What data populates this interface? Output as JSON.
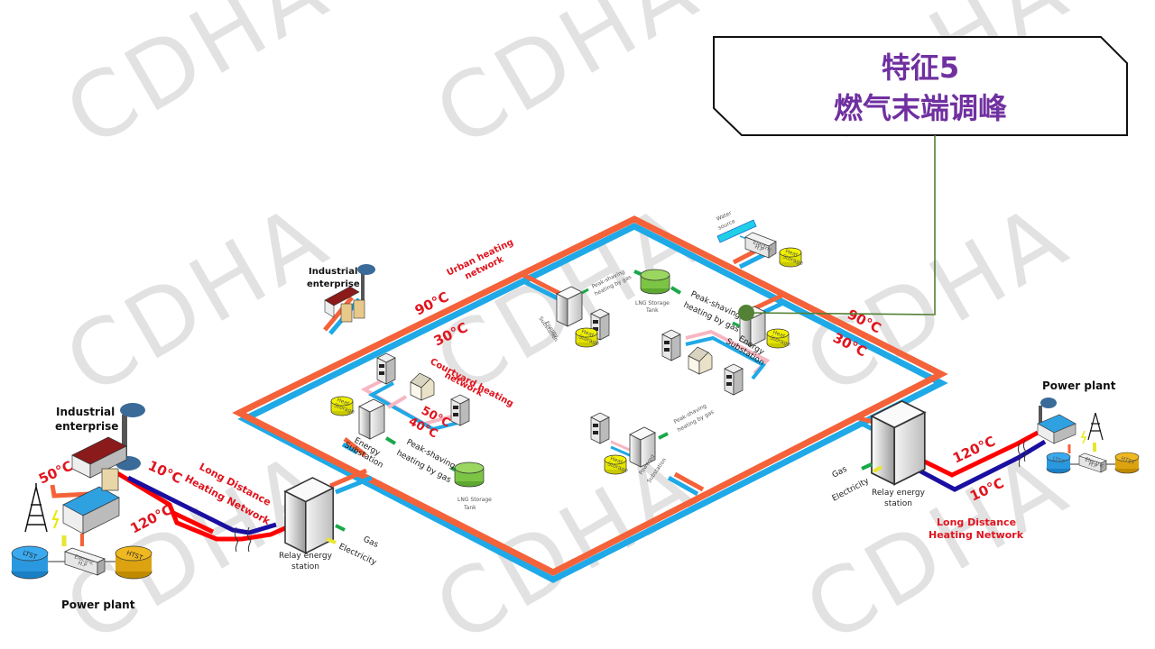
{
  "callout": {
    "title_line1": "特征5",
    "title_line2": "燃气末端调峰",
    "text_color": "#7030a0",
    "connector_color": "#538135"
  },
  "watermark": {
    "text": "CDHA"
  },
  "colors": {
    "supply_pipe": "#f4623a",
    "return_pipe": "#1fa9e6",
    "long_supply": "#ff0000",
    "long_return": "#1a0fa0",
    "courtyard_supply": "#f7b6c2",
    "gas_line": "#1aa84a",
    "electric_line": "#e6e632",
    "label_red": "#e0141e"
  },
  "left_plant": {
    "enterprise_label_1": "Industrial",
    "enterprise_label_2": "enterprise",
    "plant_label": "Power plant",
    "ltst": "LTST",
    "htst": "HTST",
    "hp_1": "Electric",
    "hp_2": "H.P",
    "temp_50": "50°C",
    "temp_10": "10°C",
    "temp_120": "120°C",
    "network_1": "Long Distance",
    "network_2": "Heating Network"
  },
  "left_relay": {
    "label_1": "Relay energy",
    "label_2": "station",
    "gas": "Gas",
    "electricity": "Electricity"
  },
  "urban": {
    "label_1": "Urban heating",
    "label_2": "network",
    "temp_supply_left": "90°C",
    "temp_return_left": "30°C",
    "temp_supply_right": "90°C",
    "temp_return_right": "30°C"
  },
  "top_enterprise": {
    "label_1": "Industrial",
    "label_2": "enterprise"
  },
  "courtyard": {
    "label_1": "Courtyard heating",
    "label_2": "network",
    "temp_supply": "50°C",
    "temp_return": "40°C",
    "substation_1": "Energy",
    "substation_2": "Substation",
    "heat_storage_1": "Heat",
    "heat_storage_2": "Storage",
    "peak_1": "Peak-shaving",
    "peak_2": "heating by gas",
    "lng_1": "LNG Storage",
    "lng_2": "Tank"
  },
  "top_substation": {
    "substation_1": "Energy",
    "substation_2": "Substation",
    "peak_1": "Peak-shaving",
    "peak_2": "heating by gas",
    "lng_1": "LNG Storage",
    "lng_2": "Tank",
    "heat_storage_1": "Heat",
    "heat_storage_2": "Storage"
  },
  "right_substation": {
    "substation_1": "Energy",
    "substation_2": "Substation",
    "peak_1": "Peak-shaving",
    "peak_2": "heating by gas",
    "heat_storage_1": "Heat",
    "heat_storage_2": "Storage"
  },
  "water_source": {
    "label_1": "Water",
    "label_2": "source",
    "hp_1": "Electric",
    "hp_2": "H.P",
    "heat_storage_1": "Heat",
    "heat_storage_2": "Storage"
  },
  "powered_substation": {
    "label_1": "Powered",
    "label_2": "Substation",
    "peak_1": "Peak-shaving",
    "peak_2": "heating by gas",
    "heat_storage_1": "Heat",
    "heat_storage_2": "Storage"
  },
  "right_relay": {
    "label_1": "Relay energy",
    "label_2": "station",
    "gas": "Gas",
    "electricity": "Electricity",
    "temp_120": "120°C",
    "temp_10": "10°C",
    "network_1": "Long Distance",
    "network_2": "Heating Network"
  },
  "right_plant": {
    "plant_label": "Power plant",
    "ltst": "LTST",
    "htst": "HTST",
    "hp_1": "Electric",
    "hp_2": "H.P"
  }
}
